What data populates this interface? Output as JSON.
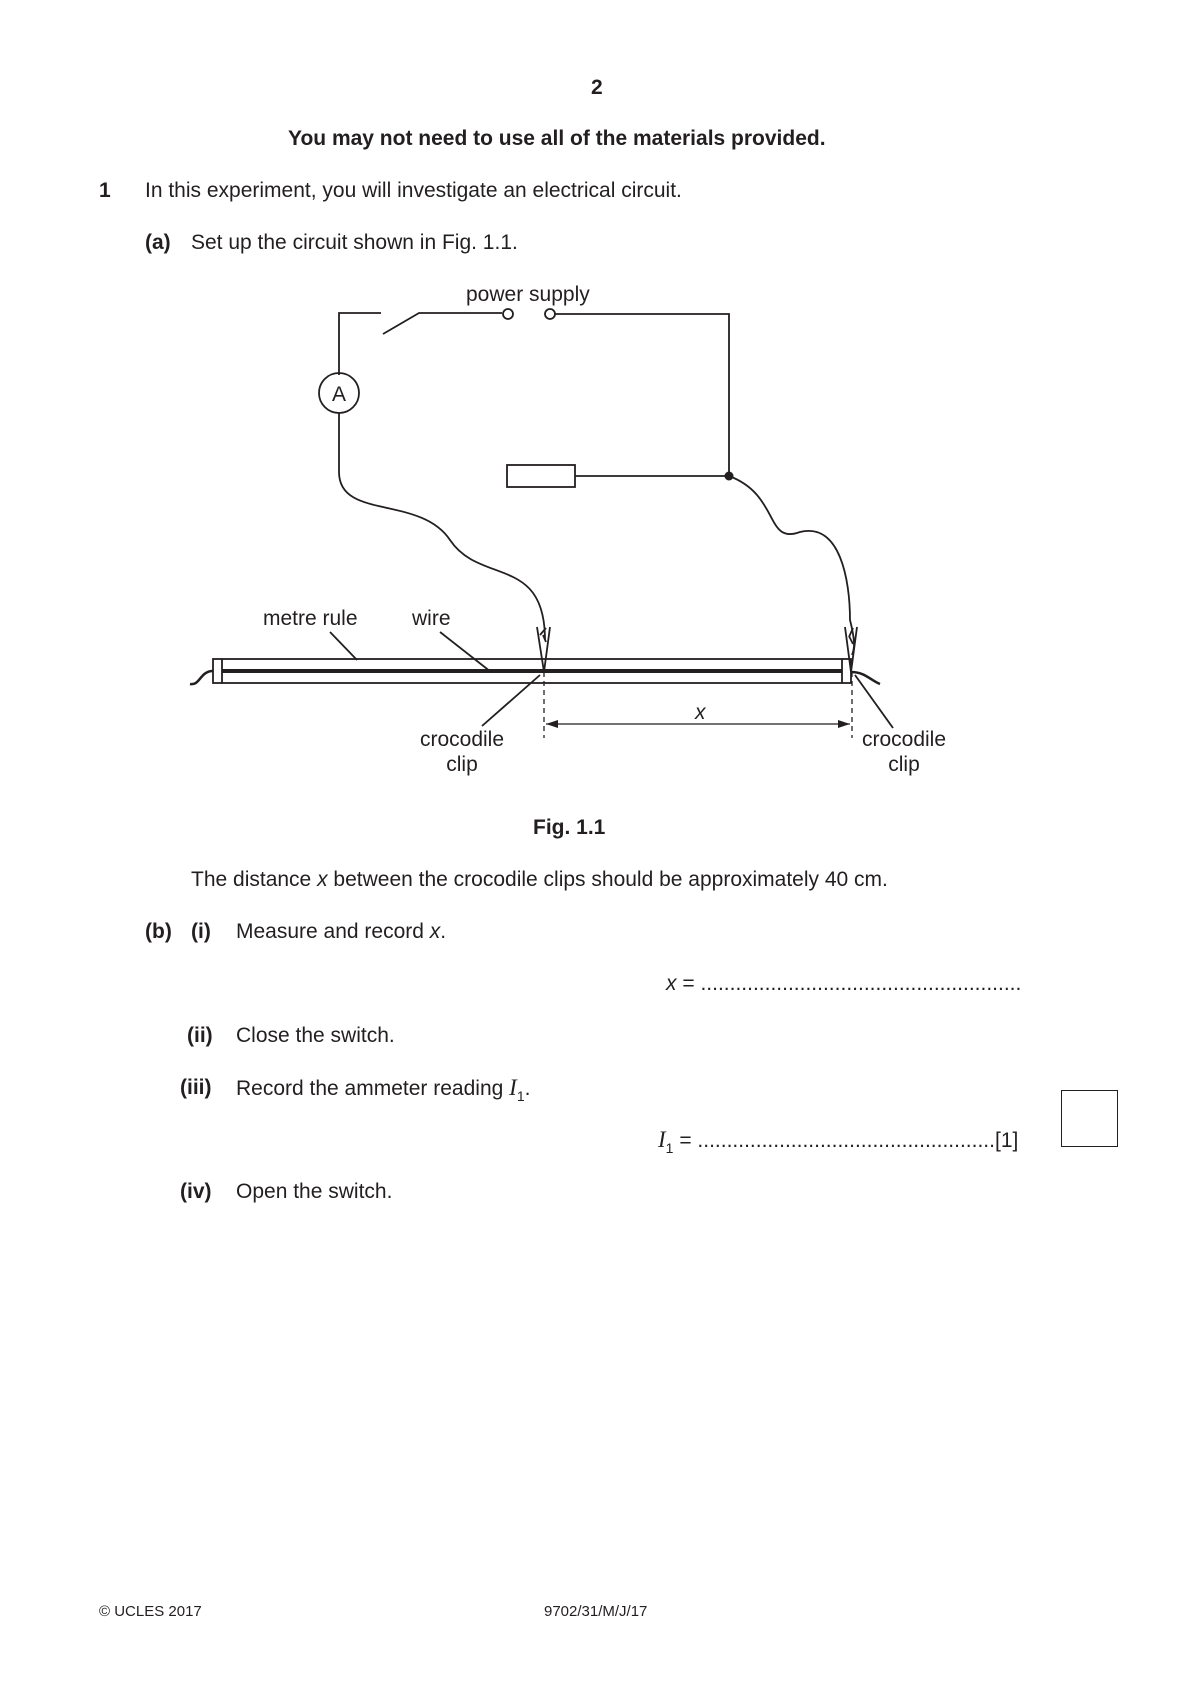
{
  "page_number": "2",
  "header_note": "You may not need to use all of the materials provided.",
  "question": {
    "number": "1",
    "intro": "In this experiment, you will investigate an electrical circuit.",
    "part_a": {
      "label": "(a)",
      "text": "Set up the circuit shown in Fig. 1.1."
    }
  },
  "figure": {
    "caption": "Fig. 1.1",
    "labels": {
      "power_supply": "power supply",
      "ammeter": "A",
      "metre_rule": "metre rule",
      "wire": "wire",
      "clip_left_1": "crocodile",
      "clip_left_2": "clip",
      "clip_right_1": "crocodile",
      "clip_right_2": "clip",
      "distance": "x"
    }
  },
  "distance_note": {
    "before": "The distance ",
    "var": "x",
    "after": " between the crocodile clips should be approximately 40 cm."
  },
  "part_b": {
    "label": "(b)",
    "i": {
      "label": "(i)",
      "text": "Measure and record ",
      "var": "x",
      "tail": "."
    },
    "answer_x": {
      "var": "x",
      "eq": "=",
      "dots": "......................................................."
    },
    "ii": {
      "label": "(ii)",
      "text": "Close the switch."
    },
    "iii": {
      "label": "(iii)",
      "text": "Record the ammeter reading ",
      "var": "I",
      "sub": "1",
      "tail": "."
    },
    "answer_i1": {
      "var": "I",
      "sub": "1",
      "eq": "=",
      "dots": "...................................................",
      "marks": "[1]"
    },
    "iv": {
      "label": "(iv)",
      "text": "Open the switch."
    }
  },
  "footer": {
    "copyright": "© UCLES 2017",
    "code": "9702/31/M/J/17"
  }
}
